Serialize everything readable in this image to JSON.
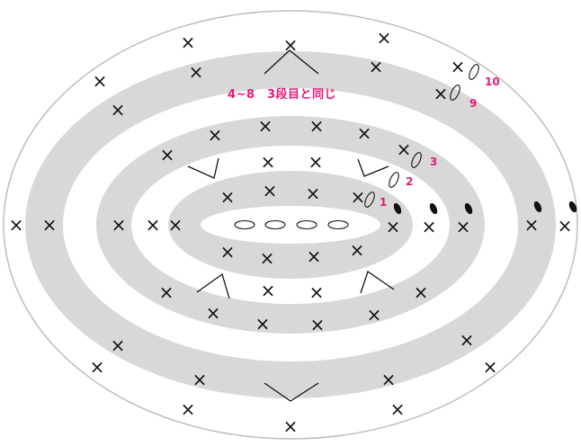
{
  "diagram": {
    "repeat_note": "4~8　3段目と同じ",
    "row_numbers": [
      "1",
      "2",
      "3",
      "9",
      "10"
    ],
    "symbols": {
      "single_crochet": "×",
      "chain": "chain-oval-icon",
      "increase": "v-increase-icon"
    },
    "colors": {
      "ring_gray": "#d8d8d8",
      "outline": "#bdbdbd",
      "stitch": "#111111",
      "accent": "#e8197a"
    }
  }
}
